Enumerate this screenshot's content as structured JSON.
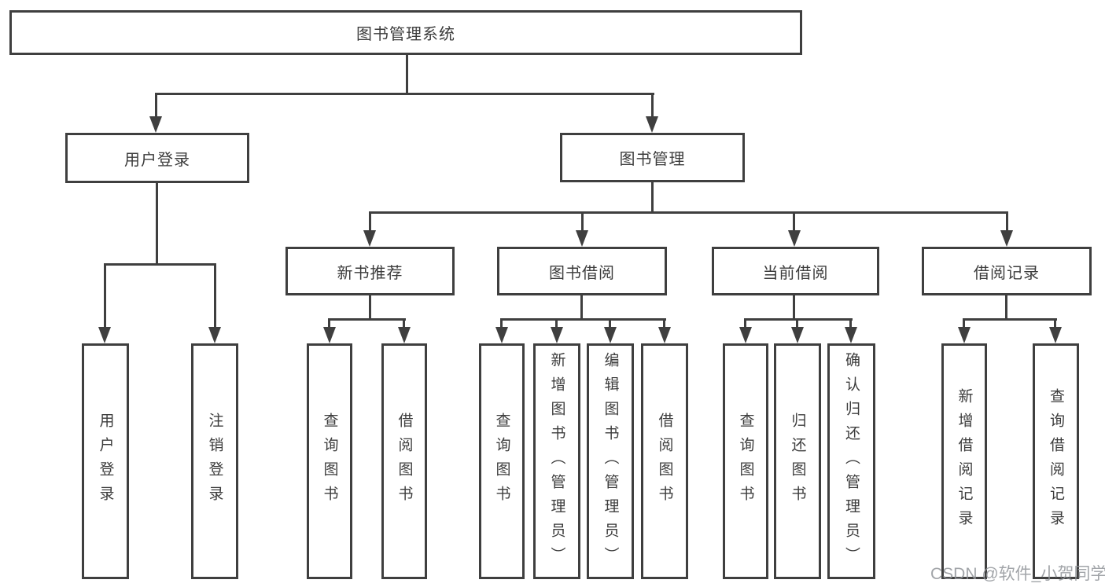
{
  "title": "图书管理系统",
  "watermark": "CSDN @软件_小贺同学",
  "colors": {
    "line": "#3f3f3f",
    "text": "#3c3c3c",
    "background": "#ffffff",
    "watermark": "#919499"
  },
  "hierarchy": {
    "label": "图书管理系统",
    "children": [
      {
        "label": "用户登录",
        "children": [
          {
            "label": "用户登录"
          },
          {
            "label": "注销登录"
          }
        ]
      },
      {
        "label": "图书管理",
        "children": [
          {
            "label": "新书推荐",
            "children": [
              {
                "label": "查询图书"
              },
              {
                "label": "借阅图书"
              }
            ]
          },
          {
            "label": "图书借阅",
            "children": [
              {
                "label": "查询图书"
              },
              {
                "label": "新增图书（管理员）"
              },
              {
                "label": "编辑图书（管理员）"
              },
              {
                "label": "借阅图书"
              }
            ]
          },
          {
            "label": "当前借阅",
            "children": [
              {
                "label": "查询图书"
              },
              {
                "label": "归还图书"
              },
              {
                "label": "确认归还（管理员）"
              }
            ]
          },
          {
            "label": "借阅记录",
            "children": [
              {
                "label": "新增借阅记录"
              },
              {
                "label": "查询借阅记录"
              }
            ]
          }
        ]
      }
    ]
  }
}
